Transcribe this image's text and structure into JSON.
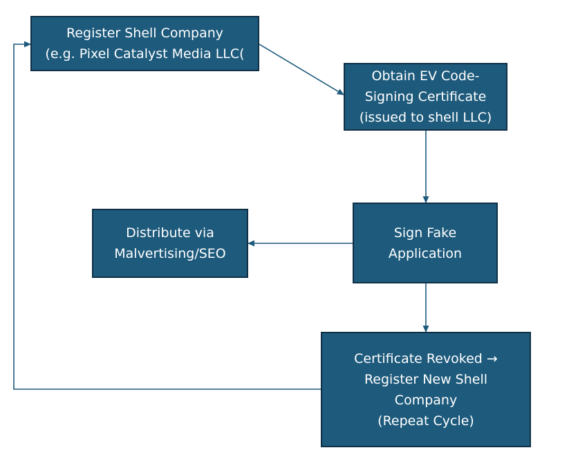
{
  "diagram": {
    "colors": {
      "node_fill": "#1d5a7c",
      "node_border": "#0f2f45",
      "node_text": "#ffffff",
      "connector": "#1d5a7c",
      "background": "#ffffff"
    },
    "nodes": {
      "register": {
        "label": "Register Shell Company\n(e.g. Pixel Catalyst Media LLC("
      },
      "obtain": {
        "label": "Obtain EV Code-\nSigning Certificate\n(issued to shell LLC)"
      },
      "sign": {
        "label": "Sign Fake\nApplication"
      },
      "distribute": {
        "label": "Distribute via\nMalvertising/SEO"
      },
      "revoked": {
        "label": "Certificate Revoked →\nRegister New Shell\nCompany\n(Repeat Cycle)"
      }
    },
    "edges": [
      {
        "from": "register",
        "to": "obtain"
      },
      {
        "from": "obtain",
        "to": "sign"
      },
      {
        "from": "sign",
        "to": "distribute"
      },
      {
        "from": "sign",
        "to": "revoked"
      },
      {
        "from": "revoked",
        "to": "register"
      }
    ]
  }
}
